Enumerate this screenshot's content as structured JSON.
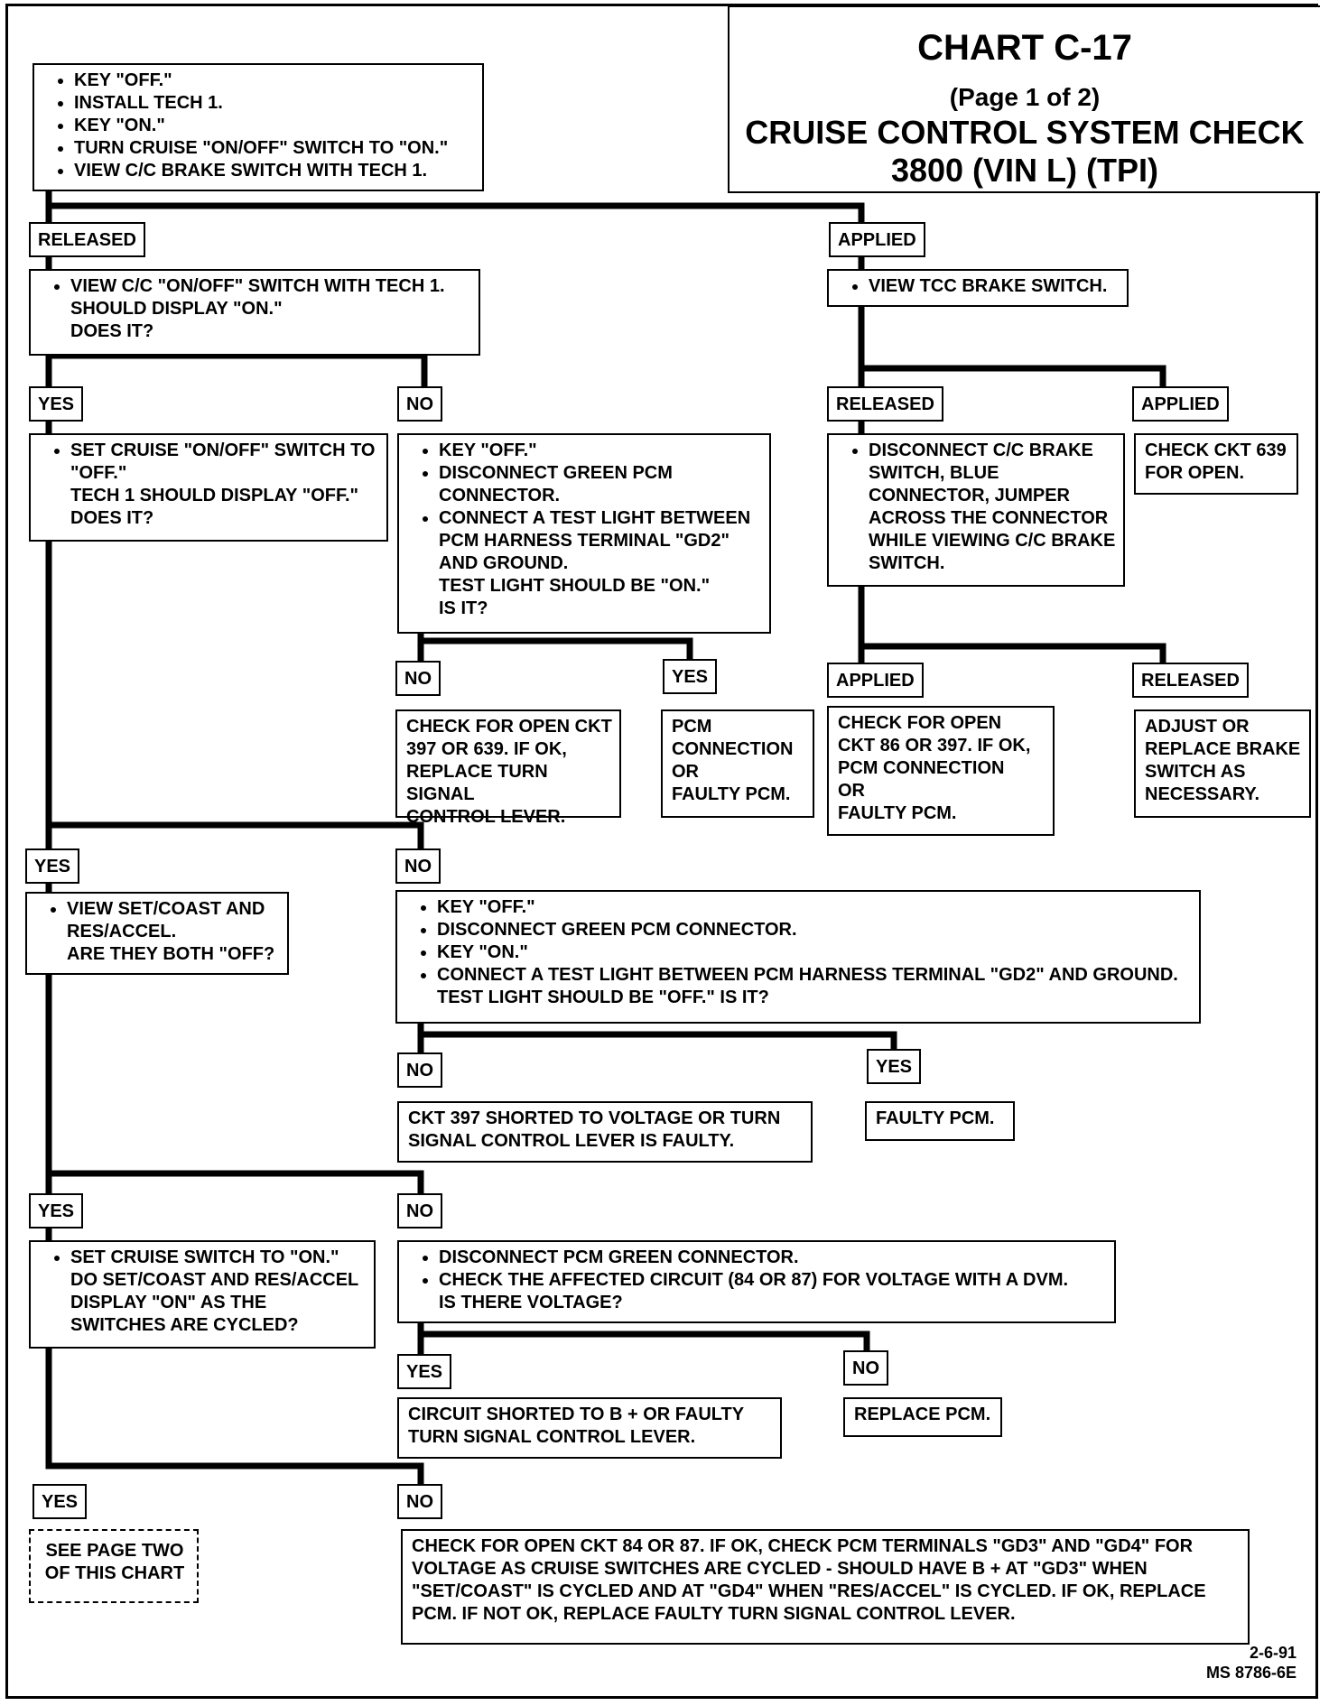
{
  "title": {
    "chart": "CHART C-17",
    "page": "(Page 1 of 2)",
    "name": "CRUISE CONTROL SYSTEM CHECK",
    "engine": "3800  (VIN L)  (TPI)"
  },
  "start": {
    "bullets": [
      "KEY \"OFF.\"",
      "INSTALL TECH 1.",
      "KEY \"ON.\"",
      "TURN CRUISE \"ON/OFF\" SWITCH TO \"ON.\"",
      "VIEW C/C BRAKE SWITCH WITH TECH 1."
    ]
  },
  "released_1": "RELEASED",
  "applied_1": "APPLIED",
  "view_onoff": {
    "bullets": [
      "VIEW C/C \"ON/OFF\" SWITCH WITH TECH 1."
    ],
    "after": "SHOULD DISPLAY \"ON.\"\nDOES IT?"
  },
  "view_tcc": {
    "bullets": [
      "VIEW TCC BRAKE SWITCH."
    ]
  },
  "yes_1": "YES",
  "no_1": "NO",
  "set_off": {
    "bullets": [
      "SET CRUISE \"ON/OFF\" SWITCH TO \"OFF.\""
    ],
    "after": "TECH 1 SHOULD DISPLAY \"OFF.\"\nDOES IT?"
  },
  "gd2_on": {
    "bullets": [
      "KEY \"OFF.\"",
      "DISCONNECT GREEN PCM CONNECTOR.",
      "CONNECT A TEST LIGHT BETWEEN PCM HARNESS TERMINAL \"GD2\" AND GROUND."
    ],
    "after": "TEST LIGHT SHOULD BE \"ON.\"\nIS IT?"
  },
  "released_2": "RELEASED",
  "applied_2": "APPLIED",
  "disconnect_cc": {
    "bullets": [
      "DISCONNECT C/C BRAKE SWITCH, BLUE CONNECTOR, JUMPER ACROSS THE CONNECTOR WHILE VIEWING C/C BRAKE SWITCH."
    ]
  },
  "check_639": "CHECK CKT 639\nFOR OPEN.",
  "no_2": "NO",
  "yes_2": "YES",
  "applied_3": "APPLIED",
  "released_3": "RELEASED",
  "check_397_639": "CHECK FOR OPEN CKT\n397 OR 639.  IF OK,\nREPLACE TURN SIGNAL\nCONTROL LEVER.",
  "pcm_conn": "PCM\nCONNECTION\nOR\nFAULTY PCM.",
  "check_86_397": "CHECK FOR OPEN\nCKT 86 OR 397.  IF OK,\nPCM CONNECTION\nOR\nFAULTY PCM.",
  "adjust_brake": "ADJUST OR\nREPLACE BRAKE\nSWITCH AS\nNECESSARY.",
  "yes_3": "YES",
  "no_3": "NO",
  "view_set_coast": {
    "bullets": [
      "VIEW SET/COAST AND RES/ACCEL."
    ],
    "after": "ARE THEY BOTH \"OFF?"
  },
  "gd2_off": {
    "bullets": [
      "KEY \"OFF.\"",
      "DISCONNECT GREEN PCM CONNECTOR.",
      "KEY \"ON.\"",
      "CONNECT A TEST LIGHT BETWEEN PCM HARNESS TERMINAL \"GD2\" AND GROUND."
    ],
    "after": "TEST LIGHT SHOULD BE \"OFF.\"  IS IT?"
  },
  "no_4": "NO",
  "yes_4": "YES",
  "ckt397_short": "CKT 397 SHORTED TO VOLTAGE OR TURN\nSIGNAL CONTROL LEVER IS FAULTY.",
  "faulty_pcm": "FAULTY PCM.",
  "yes_5": "YES",
  "no_5": "NO",
  "set_on": {
    "bullets": [
      "SET CRUISE SWITCH TO \"ON.\""
    ],
    "after": "DO SET/COAST AND RES/ACCEL\nDISPLAY \"ON\" AS THE\nSWITCHES ARE CYCLED?"
  },
  "dvm": {
    "bullets": [
      "DISCONNECT PCM GREEN CONNECTOR.",
      "CHECK THE AFFECTED CIRCUIT (84 OR 87) FOR VOLTAGE WITH A DVM."
    ],
    "after": "IS THERE VOLTAGE?"
  },
  "yes_6": "YES",
  "no_6": "NO",
  "circuit_short": "CIRCUIT SHORTED TO B + OR FAULTY\nTURN SIGNAL CONTROL LEVER.",
  "replace_pcm": "REPLACE PCM.",
  "yes_7": "YES",
  "no_7": "NO",
  "see_page_two": "SEE PAGE TWO\nOF THIS CHART",
  "final_check": "CHECK FOR OPEN CKT 84 OR 87.  IF OK, CHECK PCM TERMINALS \"GD3\" AND \"GD4\" FOR VOLTAGE AS CRUISE SWITCHES ARE CYCLED - SHOULD HAVE B + AT \"GD3\" WHEN \"SET/COAST\" IS CYCLED AND AT \"GD4\" WHEN \"RES/ACCEL\" IS CYCLED.  IF OK, REPLACE PCM.  IF NOT OK, REPLACE FAULTY TURN SIGNAL CONTROL LEVER.",
  "footer": {
    "date": "2-6-91",
    "code": "MS 8786-6E"
  }
}
